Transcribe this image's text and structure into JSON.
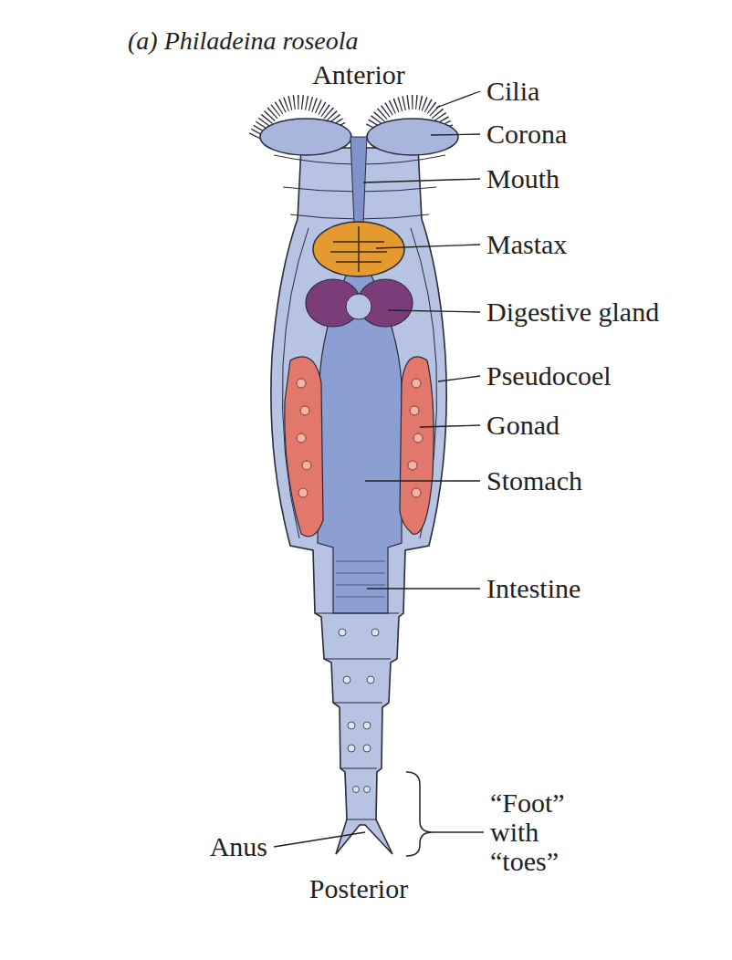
{
  "diagram": {
    "title": "(a) Philadeina roseola",
    "labels": [
      "Anterior",
      "Cilia",
      "Corona",
      "Mouth",
      "Mastax",
      "Digestive gland",
      "Pseudocoel",
      "Gonad",
      "Stomach",
      "Intestine",
      "“Foot” with “toes”",
      "Anus",
      "Posterior"
    ]
  }
}
